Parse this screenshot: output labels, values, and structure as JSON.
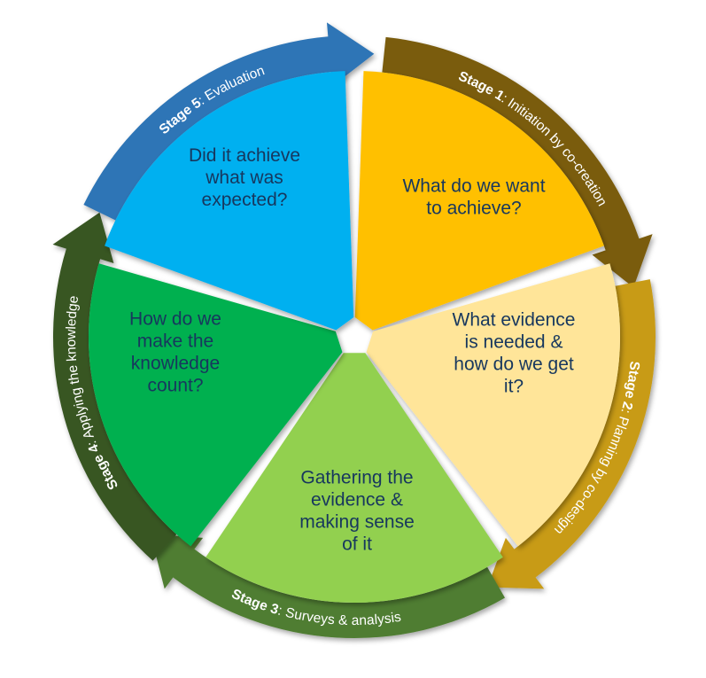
{
  "stages": [
    {
      "number_label": "Stage 1",
      "name": ": Initiation by co-creation",
      "question": [
        "What do we want",
        "to achieve?"
      ],
      "colors": {
        "segment": "#ffc000",
        "arrow": "#7a5c0c"
      }
    },
    {
      "number_label": "Stage 2",
      "name": ": Planning by co-design",
      "question": [
        "What evidence",
        "is needed &",
        "how do we get",
        "it?"
      ],
      "colors": {
        "segment": "#ffe599",
        "arrow": "#c89b14"
      }
    },
    {
      "number_label": "Stage 3",
      "name": ": Surveys & analysis",
      "question": [
        "Gathering the",
        "evidence &",
        "making sense",
        "of it"
      ],
      "colors": {
        "segment": "#92d050",
        "arrow": "#4f7d32"
      }
    },
    {
      "number_label": "Stage 4",
      "name": ": Applying the knowledge",
      "question": [
        "How do we",
        "make the",
        "knowledge",
        "count?"
      ],
      "colors": {
        "segment": "#00b050",
        "arrow": "#375623"
      }
    },
    {
      "number_label": "Stage 5",
      "name": ": Evaluation",
      "question": [
        "Did it achieve",
        "what was",
        "expected?"
      ],
      "colors": {
        "segment": "#00b0f0",
        "arrow": "#2e75b6"
      }
    }
  ]
}
